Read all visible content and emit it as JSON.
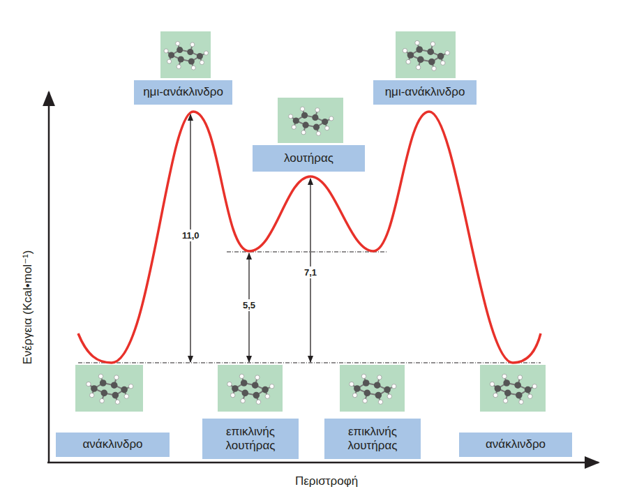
{
  "diagram": {
    "nodes": [
      {
        "text": [
          "ημι-ανάκλινδρο"
        ]
      },
      {
        "text": [
          "ημι-ανάκλινδρο"
        ]
      },
      {
        "text": [
          "λουτήρας"
        ]
      },
      {
        "text": [
          "ανάκλινδρο"
        ]
      },
      {
        "text": [
          "επικλινής λουτήρας"
        ]
      },
      {
        "text": [
          "επικλινής λουτήρας"
        ]
      },
      {
        "text": [
          "ανάκλινδρο"
        ]
      }
    ],
    "labels": [
      "11,0",
      "5,5",
      "7,1",
      "Ενέργεια (Kcal•mol⁻¹)",
      "Περιστροφή"
    ]
  }
}
